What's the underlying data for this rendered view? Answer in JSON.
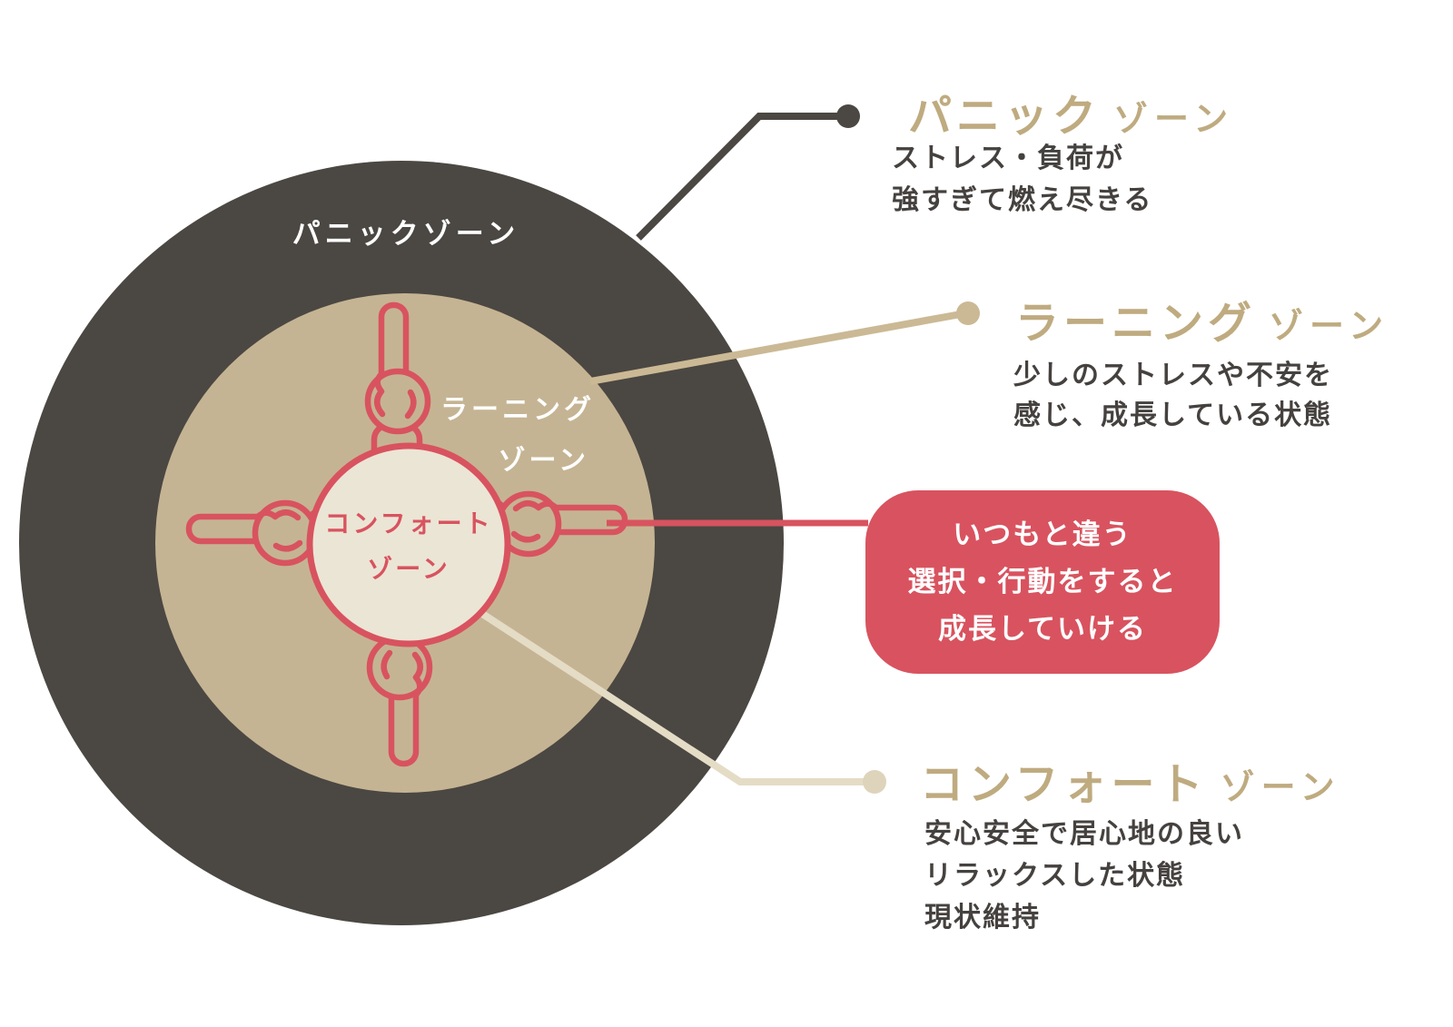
{
  "palette": {
    "background": "#ffffff",
    "panic_circle": "#4b4742",
    "learning_circle": "#c5b493",
    "comfort_fill": "#ebe5d5",
    "red": "#d8535f",
    "heading_tan": "#bfab80",
    "text_dark": "#45413f",
    "white_text": "#ffffff",
    "connector_tan": "#cbb995",
    "connector_cream": "#e5dcc6",
    "dot_cream": "#ded4bb"
  },
  "diagram": {
    "panic_label": "パニックゾーン",
    "learning_label": [
      "ラーニング",
      "ゾーン"
    ],
    "comfort_label": [
      "コンフォート",
      "ゾーン"
    ]
  },
  "annotations": {
    "panic": {
      "title": "パニック",
      "suffix": "ゾーン",
      "desc": [
        "ストレス・負荷が",
        "強すぎて燃え尽きる"
      ]
    },
    "learning": {
      "title": "ラーニング",
      "suffix": "ゾーン",
      "desc": [
        "少しのストレスや不安を",
        "感じ、成長している状態"
      ]
    },
    "growth": {
      "lines": [
        "いつもと違う",
        "選択・行動をすると",
        "成長していける"
      ]
    },
    "comfort": {
      "title": "コンフォート",
      "suffix": "ゾーン",
      "desc": [
        "安心安全で居心地の良い",
        "リラックスした状態",
        "現状維持"
      ]
    }
  }
}
